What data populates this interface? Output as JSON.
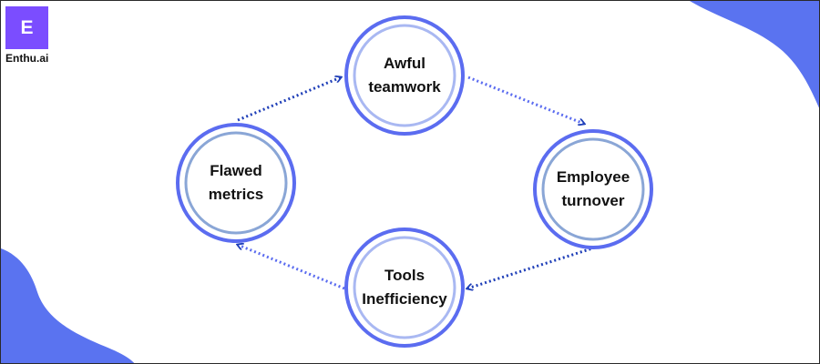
{
  "brand": {
    "logo_letter": "E",
    "name": "Enthu.ai",
    "color": "#7b4dff"
  },
  "colors": {
    "ring_outer": "#5b6cf0",
    "ring_inner": "#8aa6d6",
    "inner_fill": "#ffffff",
    "arrow": "#1f3fb8",
    "arrow_light": "#5b6cf0",
    "blob": "#5a73f0"
  },
  "nodes": [
    {
      "id": "awful-teamwork",
      "line1": "Awful",
      "line2": "teamwork",
      "inner_ring": "#a9b8f2"
    },
    {
      "id": "employee-turnover",
      "line1": "Employee",
      "line2": "turnover",
      "inner_ring": "#8aa6d6"
    },
    {
      "id": "tools-inefficiency",
      "line1": "Tools",
      "line2": "Inefficiency",
      "inner_ring": "#a9b8f2"
    },
    {
      "id": "flawed-metrics",
      "line1": "Flawed",
      "line2": "metrics",
      "inner_ring": "#8aa6d6"
    }
  ],
  "edges": [
    {
      "from": "flawed-metrics",
      "to": "awful-teamwork",
      "style": "dark"
    },
    {
      "from": "awful-teamwork",
      "to": "employee-turnover",
      "style": "light"
    },
    {
      "from": "employee-turnover",
      "to": "tools-inefficiency",
      "style": "dark"
    },
    {
      "from": "tools-inefficiency",
      "to": "flawed-metrics",
      "style": "light"
    }
  ]
}
